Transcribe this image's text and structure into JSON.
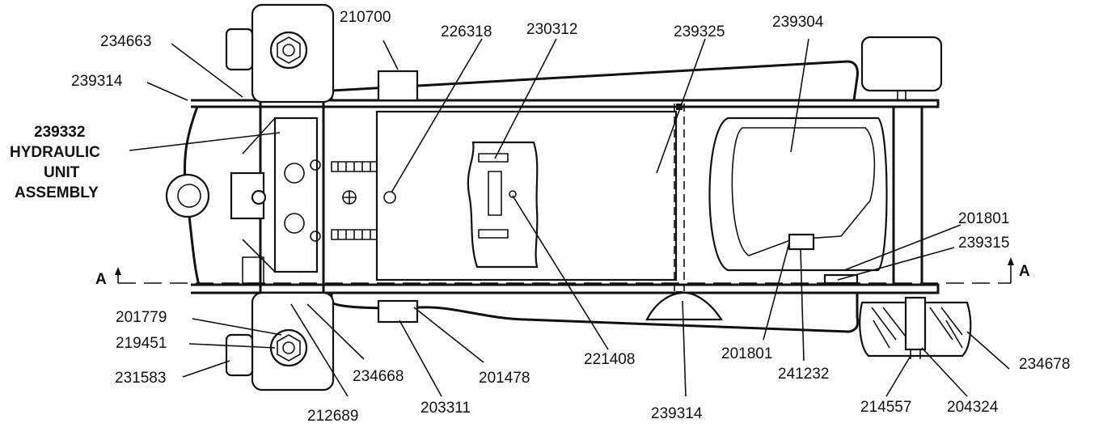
{
  "diagram": {
    "callouts": {
      "c234663": "234663",
      "c239314_top": "239314",
      "c210700": "210700",
      "c226318": "226318",
      "c230312": "230312",
      "c239325": "239325",
      "c239304": "239304",
      "c201801_right": "201801",
      "c239315": "239315",
      "c201779": "201779",
      "c219451": "219451",
      "c231583": "231583",
      "c234668": "234668",
      "c212689": "212689",
      "c203311": "203311",
      "c201478": "201478",
      "c221408": "221408",
      "c239314_bottom": "239314",
      "c201801_bottom": "201801",
      "c241232": "241232",
      "c214557": "214557",
      "c204324": "204324",
      "c234678": "234678"
    },
    "hydraulic_unit": {
      "number": "239332",
      "line1": "HYDRAULIC",
      "line2": "UNIT",
      "line3": "ASSEMBLY"
    },
    "section_marker_left": "A",
    "section_marker_right": "A"
  }
}
